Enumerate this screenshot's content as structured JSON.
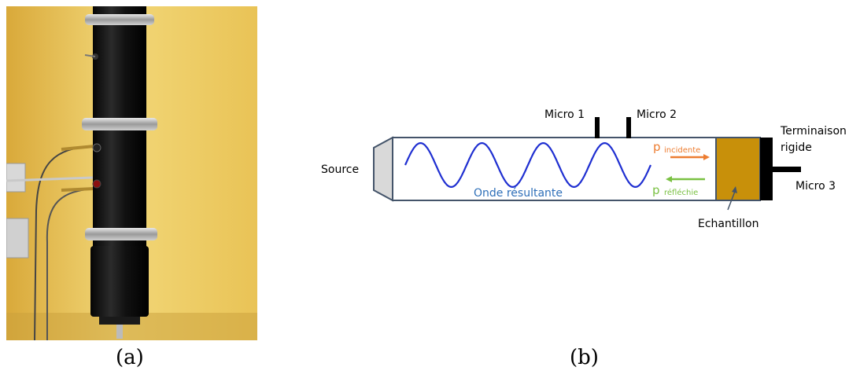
{
  "captions": {
    "a": "(a)",
    "b": "(b)"
  },
  "diagram": {
    "source": "Source",
    "micro1": "Micro 1",
    "micro2": "Micro 2",
    "micro3": "Micro 3",
    "termination_line1": "Terminaison",
    "termination_line2": "rigide",
    "sample": "Echantillon",
    "wave": "Onde résultante",
    "p_symbol": "p",
    "incident": "incidente",
    "reflected": "réfléchie"
  },
  "colors": {
    "wave": "#1f2fd1",
    "wave_label": "#2e6fb8",
    "incident": "#ed7d31",
    "reflected": "#7ac143",
    "sample": "#c8900a",
    "wall": "#e8c34a"
  }
}
